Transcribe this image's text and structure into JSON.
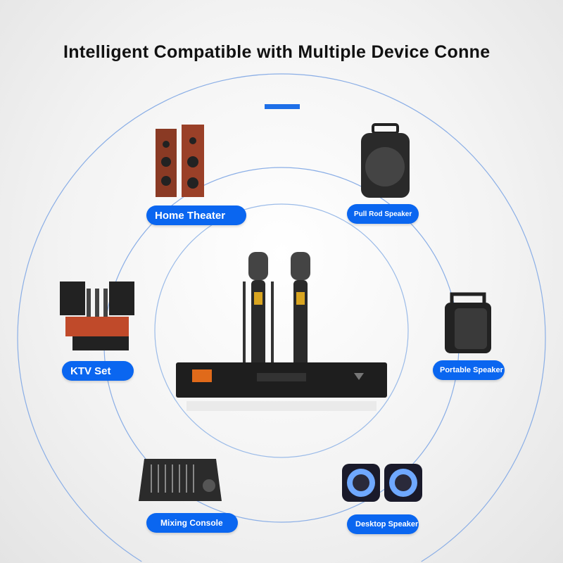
{
  "title": "Intelligent Compatible with Multiple Device Conne",
  "accent": "#0a66f0",
  "devices": [
    {
      "label": "Home Theater"
    },
    {
      "label": "Pull Rod Speaker"
    },
    {
      "label": "KTV Set"
    },
    {
      "label": "Portable Speaker"
    },
    {
      "label": "Mixing Console"
    },
    {
      "label": "Desktop Speaker"
    }
  ]
}
